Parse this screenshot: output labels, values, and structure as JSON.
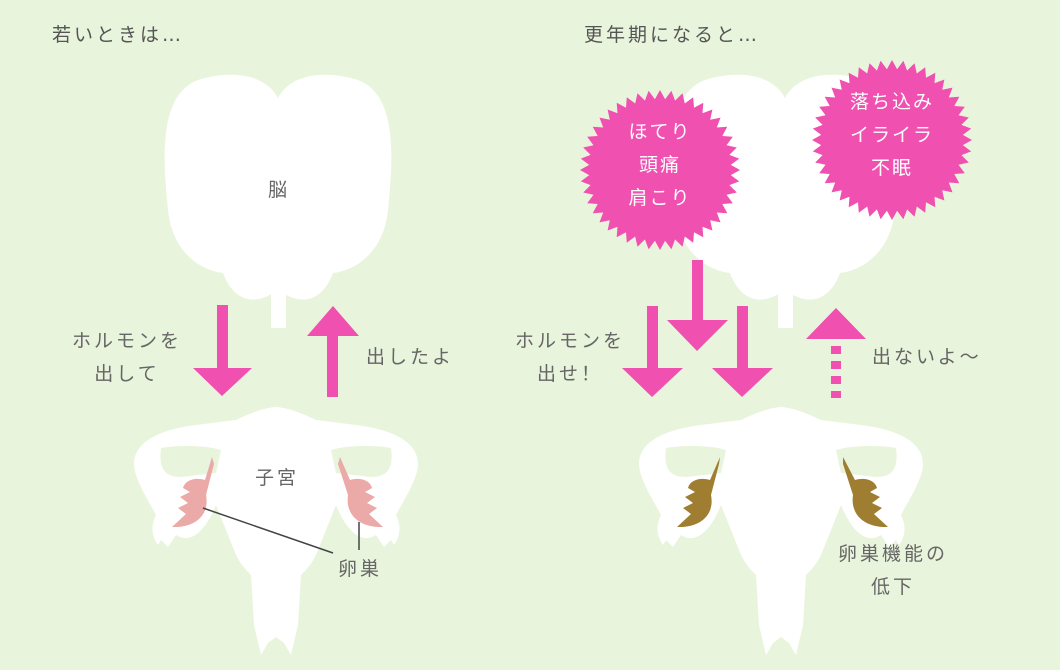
{
  "left_panel": {
    "title": "若いときは…",
    "brain_label": "脳",
    "uterus_label": "子宮",
    "ovary_label": "卵巣",
    "down_arrow_label": "ホルモンを\n出して",
    "up_arrow_label": "出したよ",
    "ovary_color": "#eba9a8"
  },
  "right_panel": {
    "title": "更年期になると…",
    "burst_left": "ほてり\n頭痛\n肩こり",
    "burst_right": "落ち込み\nイライラ\n不眠",
    "down_arrow_label": "ホルモンを\n出せ！",
    "up_arrow_label": "出ないよ〜",
    "ovary_label": "卵巣機能の\n低下",
    "ovary_color": "#a07e31"
  },
  "colors": {
    "background": "#e9f4dc",
    "arrow": "#f050b0",
    "organ": "#ffffff",
    "text": "#666666"
  }
}
